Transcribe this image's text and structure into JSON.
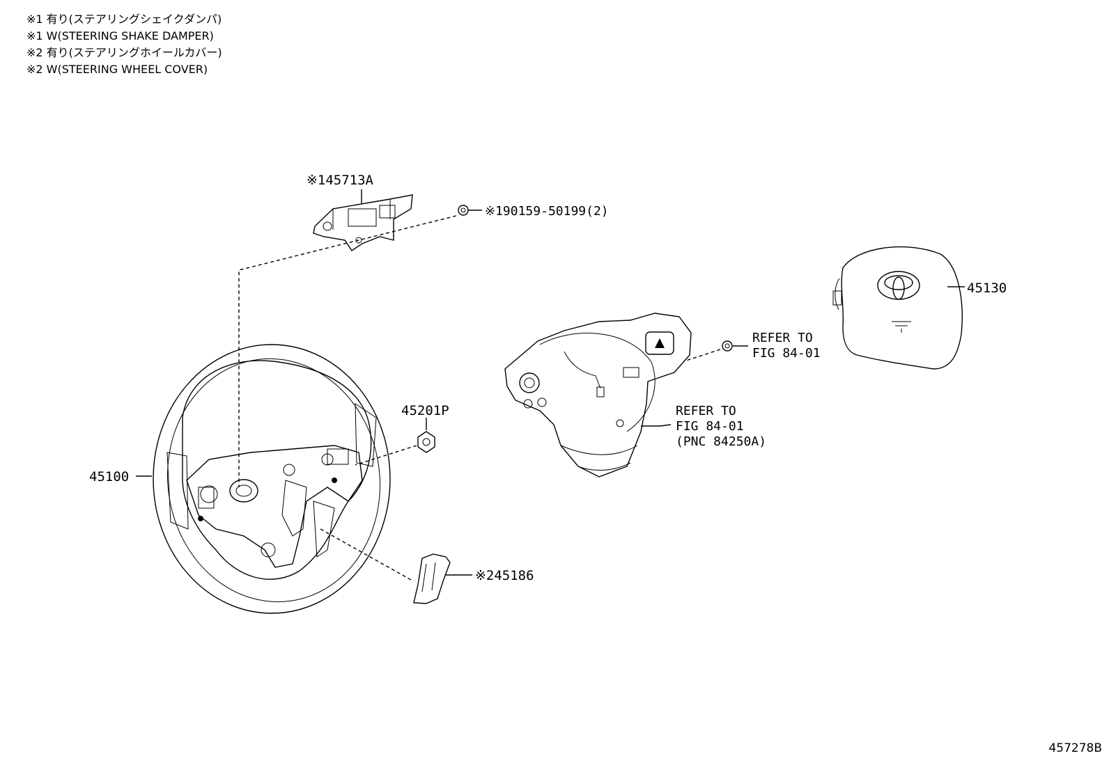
{
  "notes": [
    "※1 有り(ステアリングシェイクダンパ)",
    "※1 W(STEERING SHAKE DAMPER)",
    "※2 有り(ステアリングホイールカバー)",
    "※2 W(STEERING WHEEL COVER)"
  ],
  "callouts": {
    "damper": "※145713A",
    "bolt": "※190159-50199(2)",
    "airbag": "45130",
    "refer_upper_1": "REFER TO",
    "refer_upper_2": "FIG 84-01",
    "nut": "45201P",
    "refer_lower_1": "REFER TO",
    "refer_lower_2": "FIG 84-01",
    "refer_lower_3": "(PNC 84250A)",
    "wheel": "45100",
    "cover": "※245186"
  },
  "figure_id": "457278B"
}
